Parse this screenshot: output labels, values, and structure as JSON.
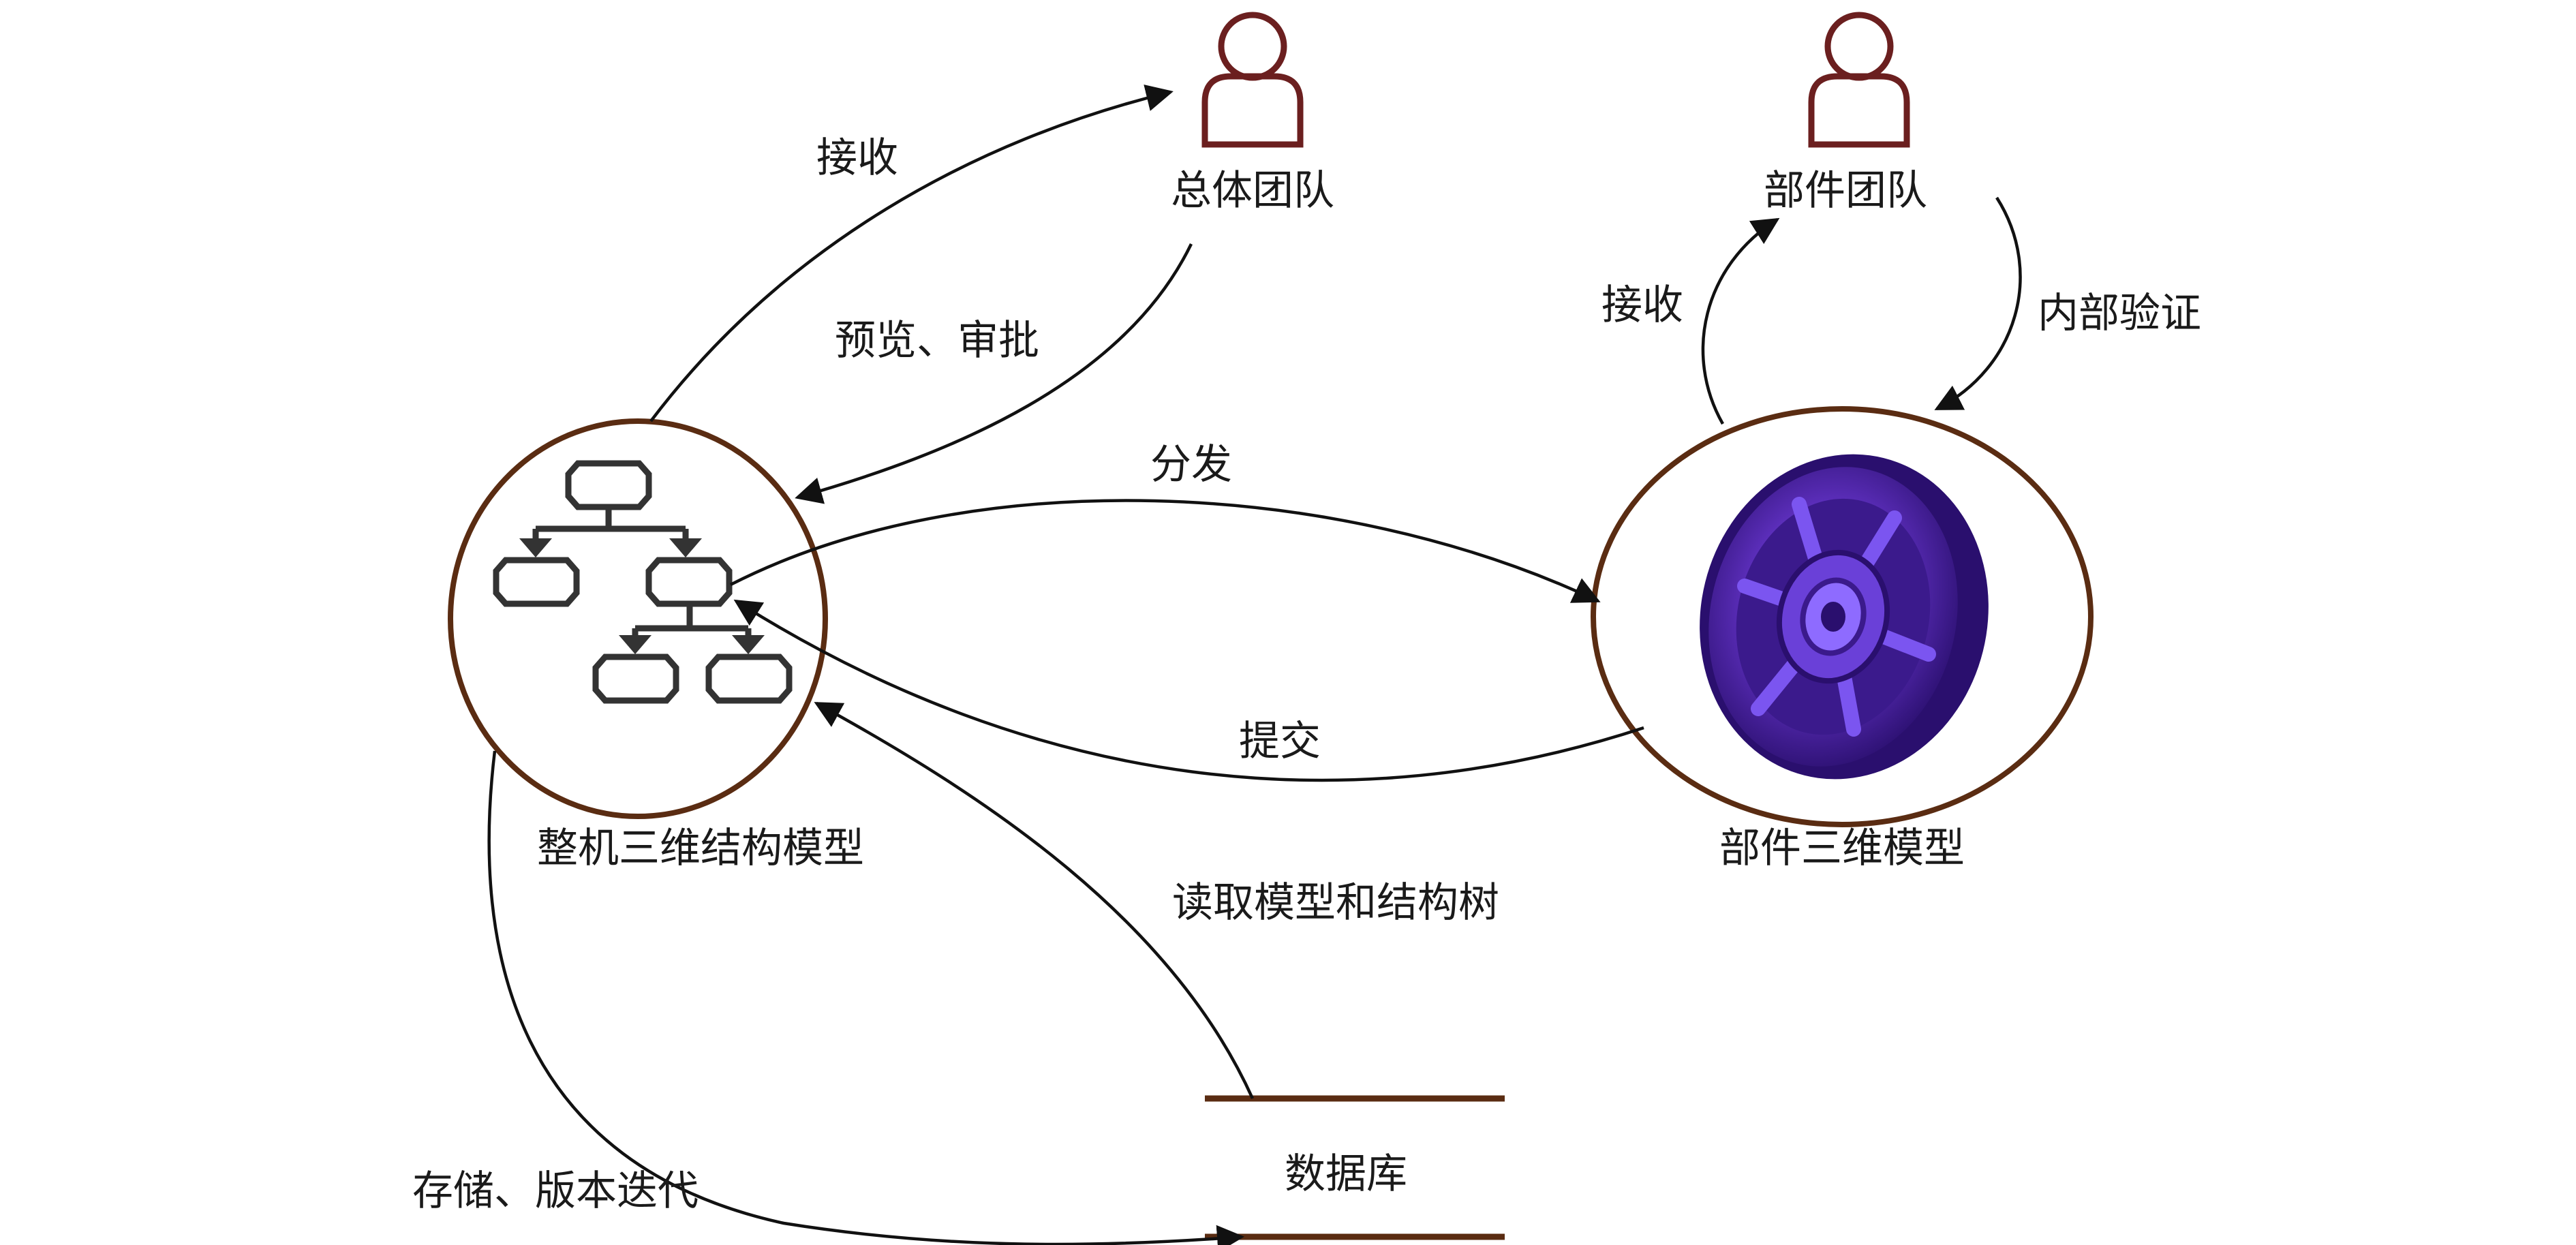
{
  "nodes": {
    "whole_model_label": "整机三维结构模型",
    "part_model_label": "部件三维模型",
    "overall_team_label": "总体团队",
    "part_team_label": "部件团队",
    "database_label": "数据库"
  },
  "edges": {
    "receive_overall": "接收",
    "preview_approve": "预览、审批",
    "distribute": "分发",
    "submit": "提交",
    "receive_part": "接收",
    "internal_verify": "内部验证",
    "read_model_tree": "读取模型和结构树",
    "store_iterate": "存储、版本迭代"
  },
  "colors": {
    "circle_stroke": "#5a2c12",
    "person_stroke": "#6b1f1f",
    "wheel": "#5a2db8",
    "wheel_dark": "#2a0f6e",
    "wheel_light": "#8e6bff"
  }
}
